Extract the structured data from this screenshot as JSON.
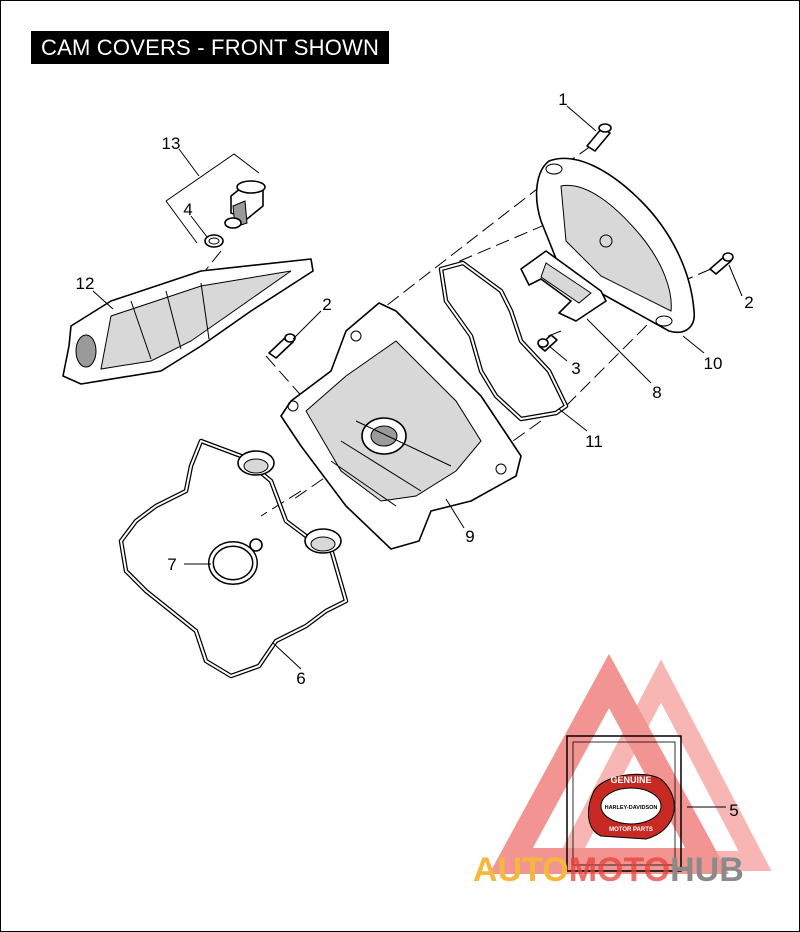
{
  "title": "CAM COVERS - FRONT SHOWN",
  "callouts": [
    {
      "id": "1",
      "text": "1"
    },
    {
      "id": "2a",
      "text": "2"
    },
    {
      "id": "2b",
      "text": "2"
    },
    {
      "id": "3",
      "text": "3"
    },
    {
      "id": "4",
      "text": "4"
    },
    {
      "id": "5",
      "text": "5"
    },
    {
      "id": "6",
      "text": "6"
    },
    {
      "id": "7",
      "text": "7"
    },
    {
      "id": "8",
      "text": "8"
    },
    {
      "id": "9",
      "text": "9"
    },
    {
      "id": "10",
      "text": "10"
    },
    {
      "id": "11",
      "text": "11"
    },
    {
      "id": "12",
      "text": "12"
    },
    {
      "id": "13",
      "text": "13"
    }
  ],
  "emblem": {
    "top_text": "GENUINE",
    "middle_text": "HARLEY-DAVIDSON",
    "bottom_text": "MOTOR PARTS"
  },
  "watermark": {
    "part1": "AUTO",
    "part2": "MOTO",
    "part3": "HUB",
    "color_orange": "#f6b73c",
    "color_red": "#e8403a",
    "color_gray": "#8a8a8a"
  }
}
